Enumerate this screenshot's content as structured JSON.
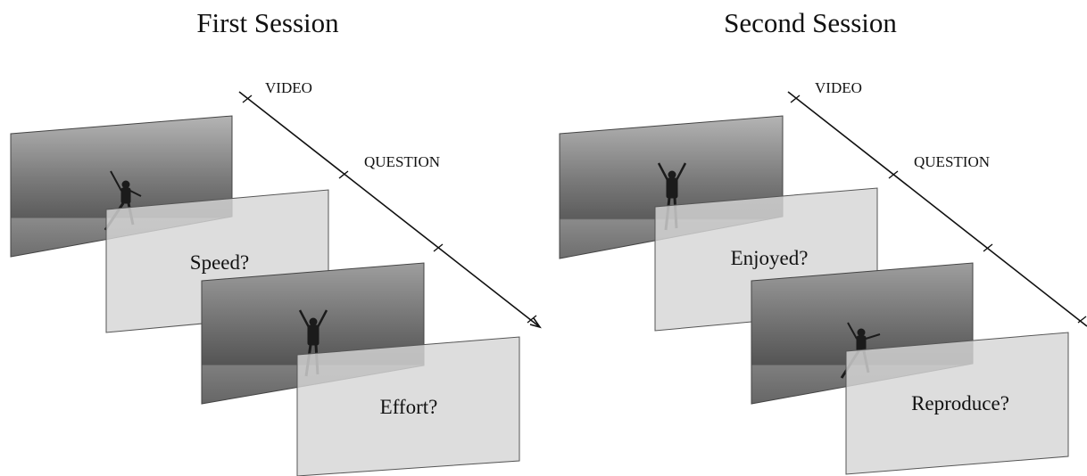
{
  "sessions": [
    {
      "title": "First Session",
      "axis_labels": {
        "video": "VIDEO",
        "question": "QUESTION"
      },
      "questions": [
        "Speed?",
        "Effort?"
      ],
      "video_poses": [
        "lunge",
        "arms-up"
      ]
    },
    {
      "title": "Second Session",
      "axis_labels": {
        "video": "VIDEO",
        "question": "QUESTION"
      },
      "questions": [
        "Enjoyed?",
        "Reproduce?"
      ],
      "video_poses": [
        "arms-up",
        "lunge"
      ]
    }
  ],
  "colors": {
    "question_panel": "#d6d6d6",
    "video_dark": "#5e5e5e",
    "video_light": "#b8b8b8",
    "axis": "#111111"
  }
}
